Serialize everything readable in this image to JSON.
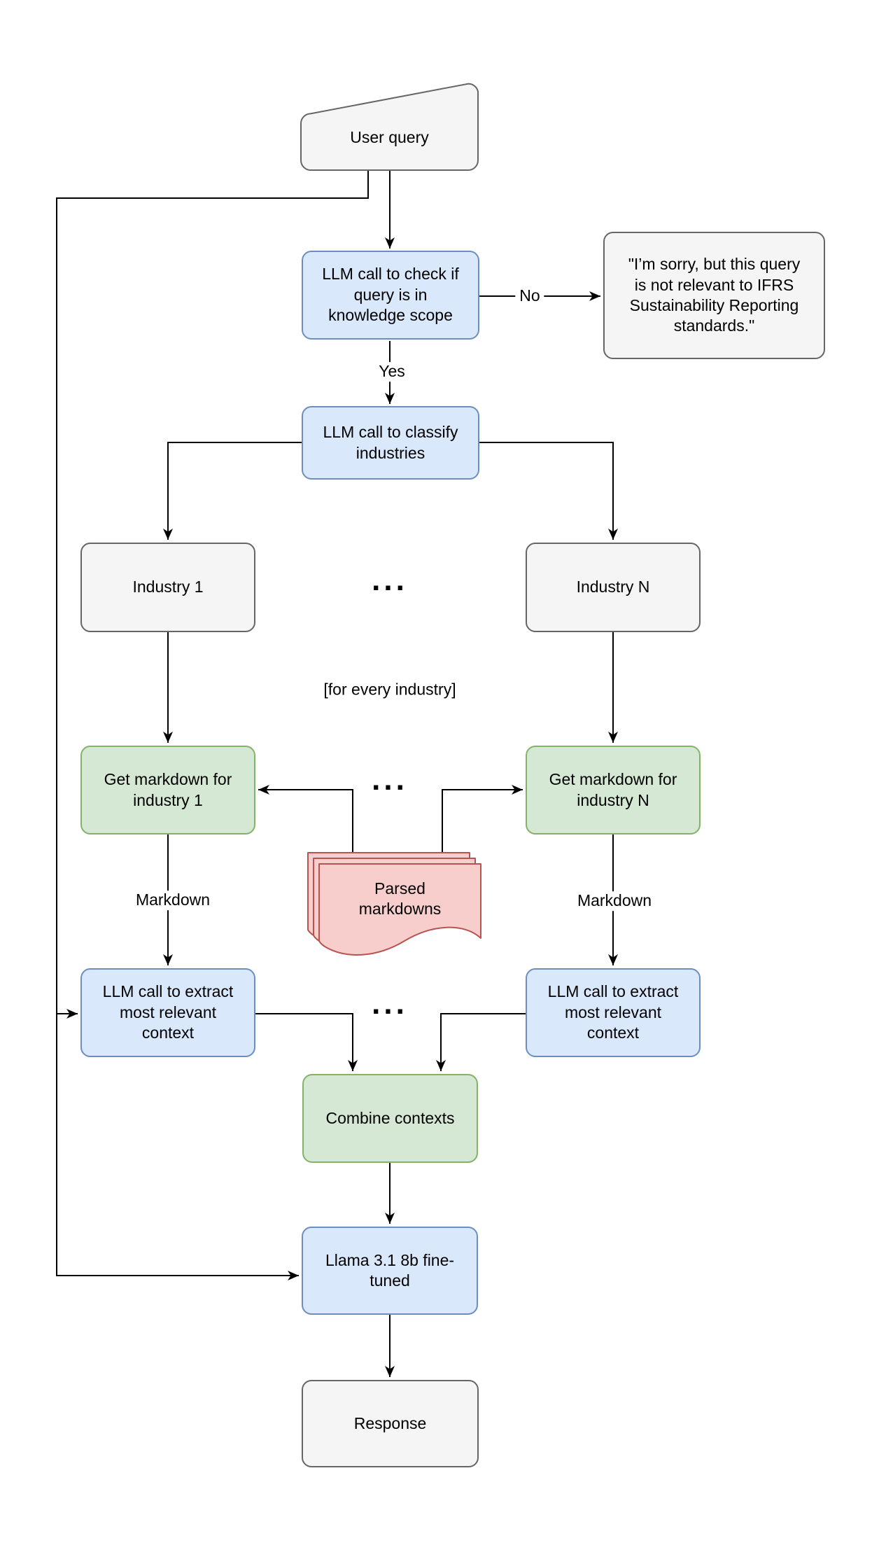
{
  "diagram": {
    "title": "LLM query pipeline flowchart",
    "colors": {
      "gray_fill": "#f5f5f5",
      "gray_stroke": "#666666",
      "blue_fill": "#dae8fc",
      "blue_stroke": "#6c8ebf",
      "green_fill": "#d5e8d4",
      "green_stroke": "#82b366",
      "red_fill": "#f8cecc",
      "red_stroke": "#b85450",
      "line": "#000000"
    },
    "nodes": {
      "user_query": {
        "label": "User query",
        "shape": "manual-input",
        "color": "gray"
      },
      "check_scope": {
        "label": "LLM call to check if\nquery is in\nknowledge scope",
        "shape": "rounded",
        "color": "blue"
      },
      "sorry": {
        "label": "\"I’m sorry, but this query\nis not relevant to IFRS\nSustainability Reporting\nstandards.\"",
        "shape": "rounded",
        "color": "gray"
      },
      "classify": {
        "label": "LLM call to classify\nindustries",
        "shape": "rounded",
        "color": "blue"
      },
      "industry_1": {
        "label": "Industry 1",
        "shape": "rounded",
        "color": "gray"
      },
      "industry_n": {
        "label": "Industry N",
        "shape": "rounded",
        "color": "gray"
      },
      "get_md_1": {
        "label": "Get markdown for\nindustry 1",
        "shape": "rounded",
        "color": "green"
      },
      "get_md_n": {
        "label": "Get markdown for\nindustry N",
        "shape": "rounded",
        "color": "green"
      },
      "parsed_markdowns": {
        "label": "Parsed\nmarkdowns",
        "shape": "multi-document",
        "color": "red"
      },
      "extract_1": {
        "label": "LLM call to extract\nmost relevant\ncontext",
        "shape": "rounded",
        "color": "blue"
      },
      "extract_n": {
        "label": "LLM call to extract\nmost relevant\ncontext",
        "shape": "rounded",
        "color": "blue"
      },
      "combine": {
        "label": "Combine contexts",
        "shape": "rounded",
        "color": "green"
      },
      "llama": {
        "label": "Llama 3.1 8b fine-\ntuned",
        "shape": "rounded",
        "color": "blue"
      },
      "response": {
        "label": "Response",
        "shape": "rounded",
        "color": "gray"
      }
    },
    "labels": {
      "no": "No",
      "yes": "Yes",
      "markdown_left": "Markdown",
      "markdown_right": "Markdown",
      "for_every_industry": "[for every industry]",
      "ellipsis_industries": "...",
      "ellipsis_markdowns": "...",
      "ellipsis_contexts": "..."
    }
  }
}
